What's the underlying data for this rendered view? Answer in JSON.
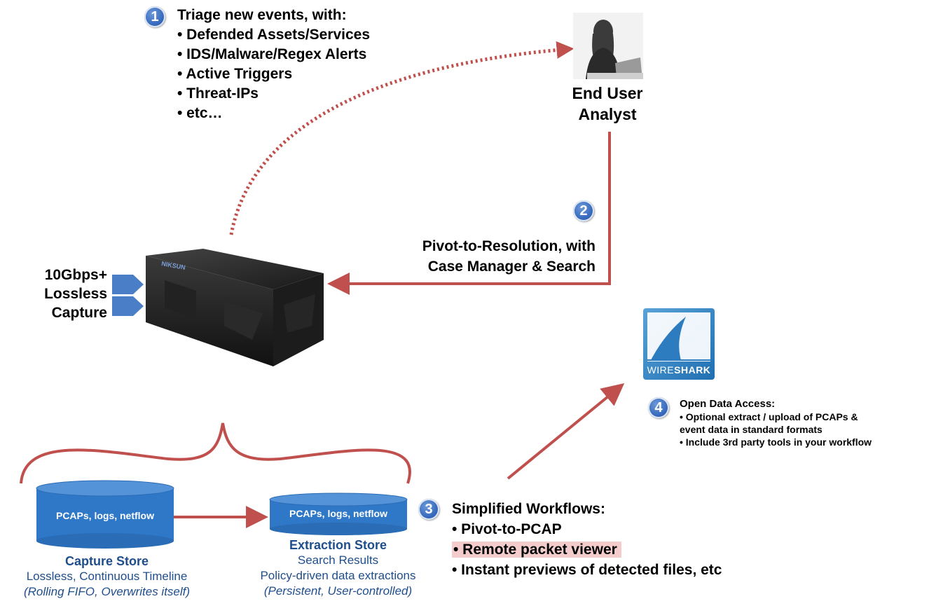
{
  "step1": {
    "number": "1",
    "heading": "Triage new events, with:",
    "items": [
      "• Defended Assets/Services",
      "• IDS/Malware/Regex Alerts",
      "• Active Triggers",
      "• Threat-IPs",
      "• etc…"
    ]
  },
  "analyst": {
    "line1": "End User",
    "line2": "Analyst"
  },
  "step2": {
    "number": "2",
    "line1": "Pivot-to-Resolution, with",
    "line2": "Case Manager & Search"
  },
  "capture_input": {
    "line1": "10Gbps+",
    "line2": "Lossless",
    "line3": "Capture"
  },
  "appliance": {
    "brand": "NIKSUN"
  },
  "wireshark": {
    "prefix": "WIRE",
    "suffix": "SHARK"
  },
  "step4": {
    "number": "4",
    "heading": "Open Data Access:",
    "items": [
      "• Optional extract / upload of PCAPs &",
      "event data in standard formats",
      "• Include 3rd party tools in your workflow"
    ]
  },
  "capture_store": {
    "cylinder_label": "PCAPs, logs, netflow",
    "title": "Capture Store",
    "line1": "Lossless, Continuous Timeline",
    "line2": "(Rolling FIFO, Overwrites itself)"
  },
  "extraction_store": {
    "cylinder_label": "PCAPs, logs, netflow",
    "title": "Extraction Store",
    "line1": "Search Results",
    "line2": "Policy-driven data extractions",
    "line3": "(Persistent, User-controlled)"
  },
  "step3": {
    "number": "3",
    "heading": "Simplified Workflows:",
    "items": [
      "• Pivot-to-PCAP",
      "• Remote packet viewer",
      "• Instant previews of detected files, etc"
    ]
  },
  "colors": {
    "arrow": "#c0504d",
    "cylinder": "#2f78c8",
    "label_blue": "#1f4e8c",
    "highlight": "#f4cccc"
  }
}
